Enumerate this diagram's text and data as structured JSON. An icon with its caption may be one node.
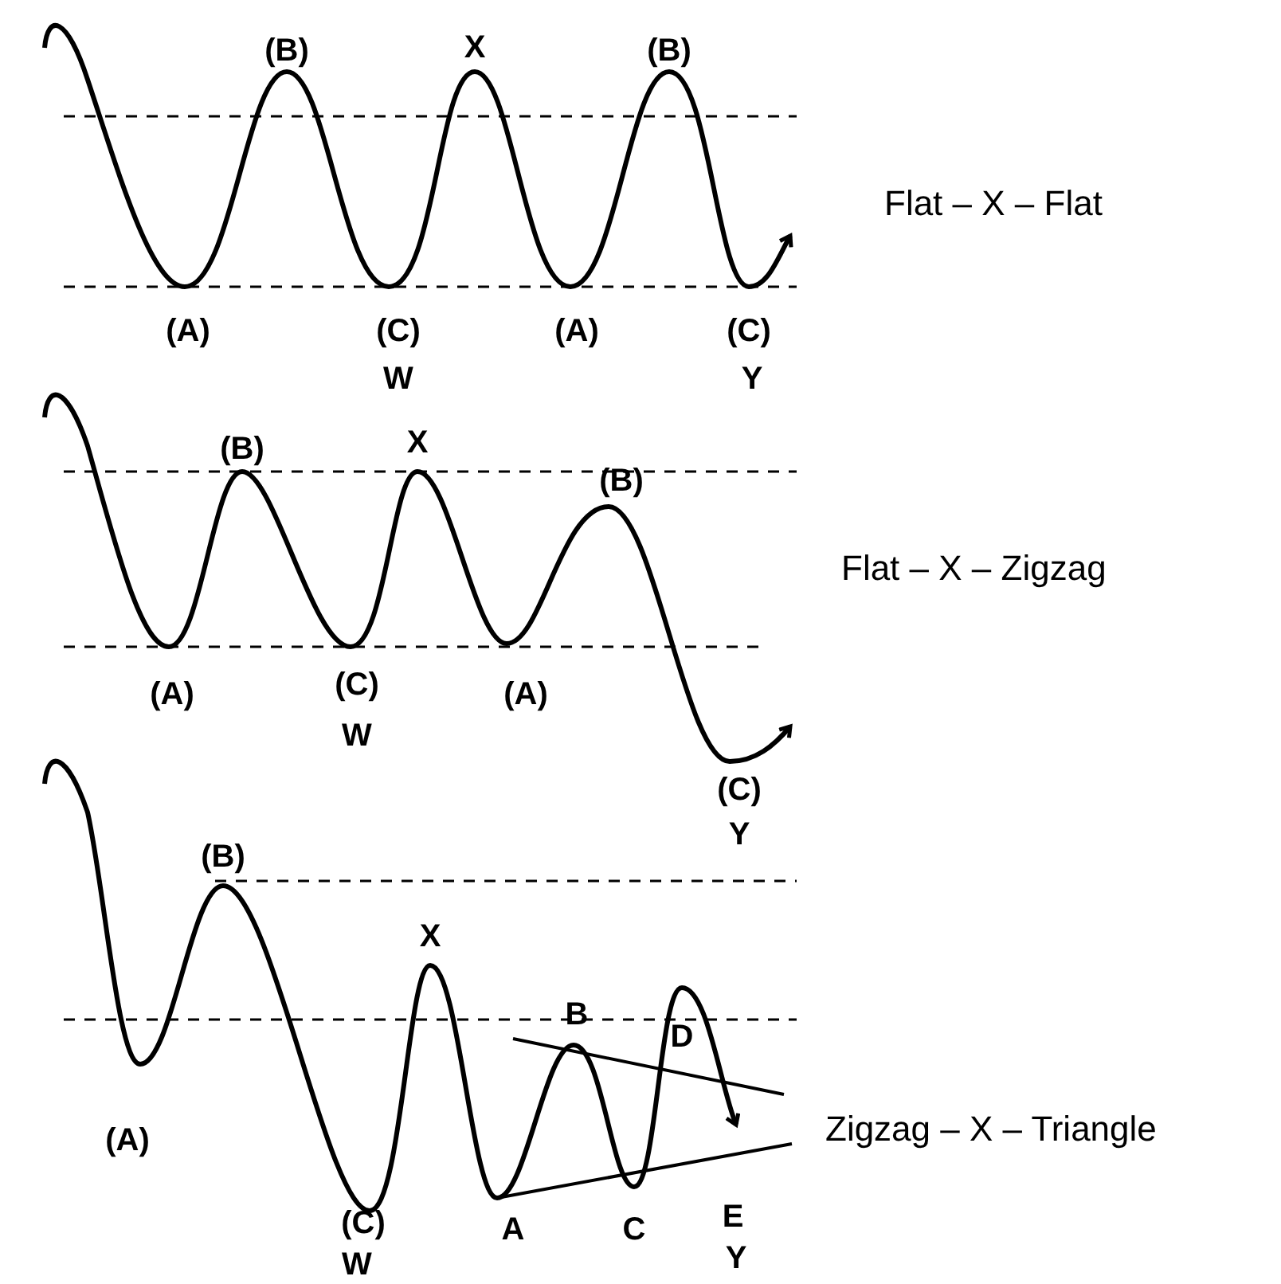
{
  "diagram": {
    "labels": [
      "(B)",
      "X",
      "(B)",
      "Flat – X – Flat",
      "(A)",
      "(C)",
      "(A)",
      "(C)",
      "W",
      "Y",
      "(B)",
      "X",
      "(B)",
      "Flat – X – Zigzag",
      "(A)",
      "(C)",
      "(A)",
      "W",
      "(C)",
      "Y",
      "(B)",
      "X",
      "B",
      "D",
      "(A)",
      "Zigzag – X – Triangle",
      "(C)",
      "A",
      "C",
      "E",
      "W",
      "Y"
    ]
  }
}
